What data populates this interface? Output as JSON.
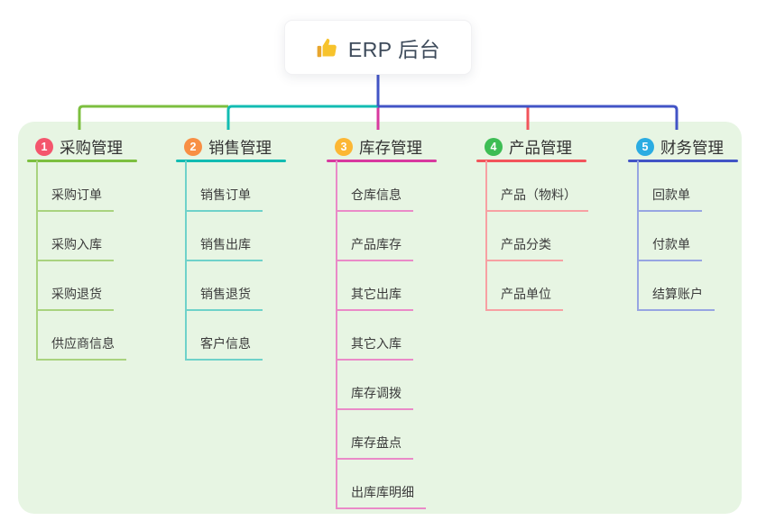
{
  "root": {
    "label": "ERP 后台",
    "icon": "thumbs-up-icon"
  },
  "background": {
    "page": "#FFFFFF",
    "panel": "#E7F5E3"
  },
  "stem_color": "#4254C6",
  "branches": [
    {
      "num": "1",
      "label": "采购管理",
      "color": "#7CBF3F",
      "light_color": "#A9D37F",
      "badge_color": "#F4566D",
      "children": [
        "采购订单",
        "采购入库",
        "采购退货",
        "供应商信息"
      ]
    },
    {
      "num": "2",
      "label": "销售管理",
      "color": "#12BCB2",
      "light_color": "#6FD2CA",
      "badge_color": "#F88F44",
      "children": [
        "销售订单",
        "销售出库",
        "销售退货",
        "客户信息"
      ]
    },
    {
      "num": "3",
      "label": "库存管理",
      "color": "#D8399F",
      "light_color": "#EA8AC8",
      "badge_color": "#FCB734",
      "children": [
        "仓库信息",
        "产品库存",
        "其它出库",
        "其它入库",
        "库存调拨",
        "库存盘点",
        "出库库明细"
      ]
    },
    {
      "num": "4",
      "label": "产品管理",
      "color": "#F2545B",
      "light_color": "#F7A0A3",
      "badge_color": "#3DBD54",
      "children": [
        "产品（物料）",
        "产品分类",
        "产品单位"
      ]
    },
    {
      "num": "5",
      "label": "财务管理",
      "color": "#4254C6",
      "light_color": "#97A5E2",
      "badge_color": "#2BACE2",
      "children": [
        "回款单",
        "付款单",
        "结算账户"
      ]
    }
  ]
}
